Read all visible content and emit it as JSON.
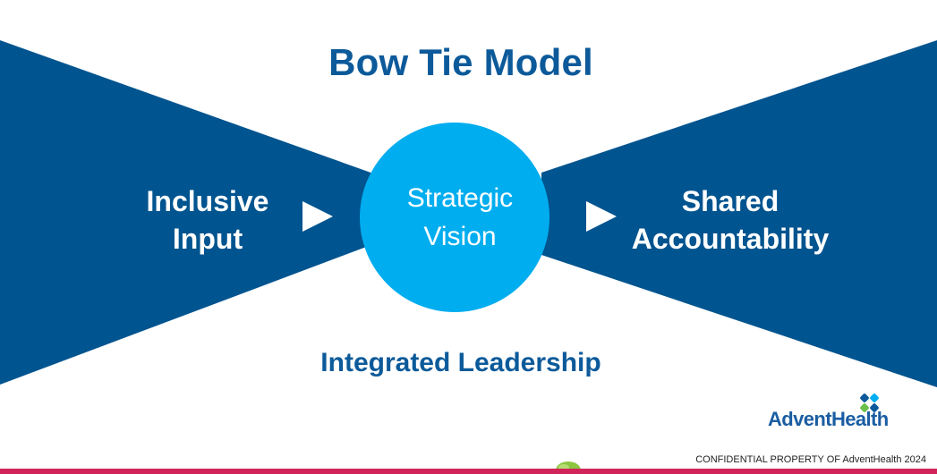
{
  "title": "Bow Tie Model",
  "left_label": [
    "Inclusive",
    "Input"
  ],
  "center_label": [
    "Strategic",
    "Vision"
  ],
  "right_label": [
    "Shared",
    "Accountability"
  ],
  "bottom_label": "Integrated Leadership",
  "logo_text": "AdventHealth",
  "footer": "CONFIDENTIAL PROPERTY OF AdventHealth 2024",
  "colors": {
    "dark_blue": "#00548f",
    "circle_blue": "#00adef",
    "title_blue": "#0c5a9a",
    "accent_pink": "#d1245a"
  }
}
